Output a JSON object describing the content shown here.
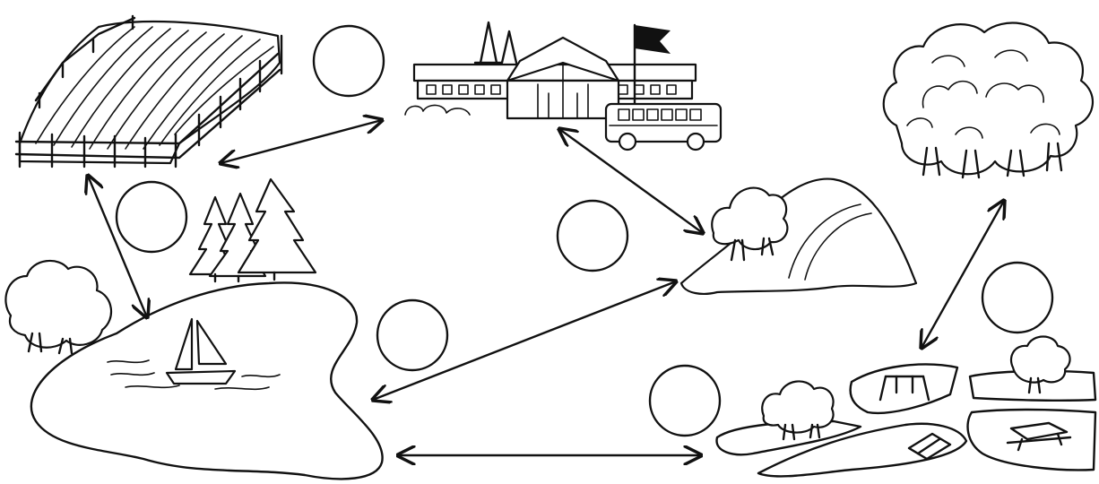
{
  "diagram": {
    "type": "picture-map-with-connecting-arrows",
    "places": [
      {
        "id": "farm",
        "icon": "plowed-field-icon"
      },
      {
        "id": "school",
        "icon": "school-with-bus-icon"
      },
      {
        "id": "forest",
        "icon": "forest-icon"
      },
      {
        "id": "pine-trees",
        "icon": "pine-trees-icon"
      },
      {
        "id": "lake",
        "icon": "lake-with-sailboat-icon"
      },
      {
        "id": "hill",
        "icon": "hill-icon"
      },
      {
        "id": "park",
        "icon": "playground-park-icon"
      }
    ],
    "connections": [
      {
        "from": "farm",
        "to": "school"
      },
      {
        "from": "farm",
        "to": "lake"
      },
      {
        "from": "school",
        "to": "hill"
      },
      {
        "from": "lake",
        "to": "hill"
      },
      {
        "from": "lake",
        "to": "park"
      },
      {
        "from": "forest",
        "to": "park"
      }
    ],
    "answer_circles": 6,
    "colors": {
      "ink": "#111111",
      "paper": "#ffffff"
    }
  }
}
